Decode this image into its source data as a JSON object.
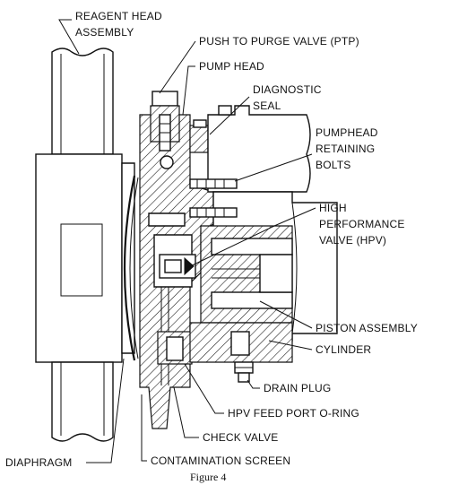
{
  "diagram": {
    "labels": {
      "reagent_head_line1": "REAGENT HEAD",
      "reagent_head_line2": "ASSEMBLY",
      "push_to_purge": "PUSH TO PURGE VALVE (PTP)",
      "pump_head": "PUMP HEAD",
      "diagnostic_line1": "DIAGNOSTIC",
      "diagnostic_line2": "SEAL",
      "retaining_line1": "PUMPHEAD",
      "retaining_line2": "RETAINING",
      "retaining_line3": "BOLTS",
      "hpv_line1": "HIGH",
      "hpv_line2": "PERFORMANCE",
      "hpv_line3": "VALVE (HPV)",
      "piston_assembly": "PISTON ASSEMBLY",
      "cylinder": "CYLINDER",
      "drain_plug": "DRAIN PLUG",
      "hpv_feed_port": "HPV FEED PORT O-RING",
      "check_valve": "CHECK VALVE",
      "diaphragm": "DIAPHRAGM",
      "contamination_screen": "CONTAMINATION SCREEN"
    },
    "caption": "Figure 4"
  }
}
